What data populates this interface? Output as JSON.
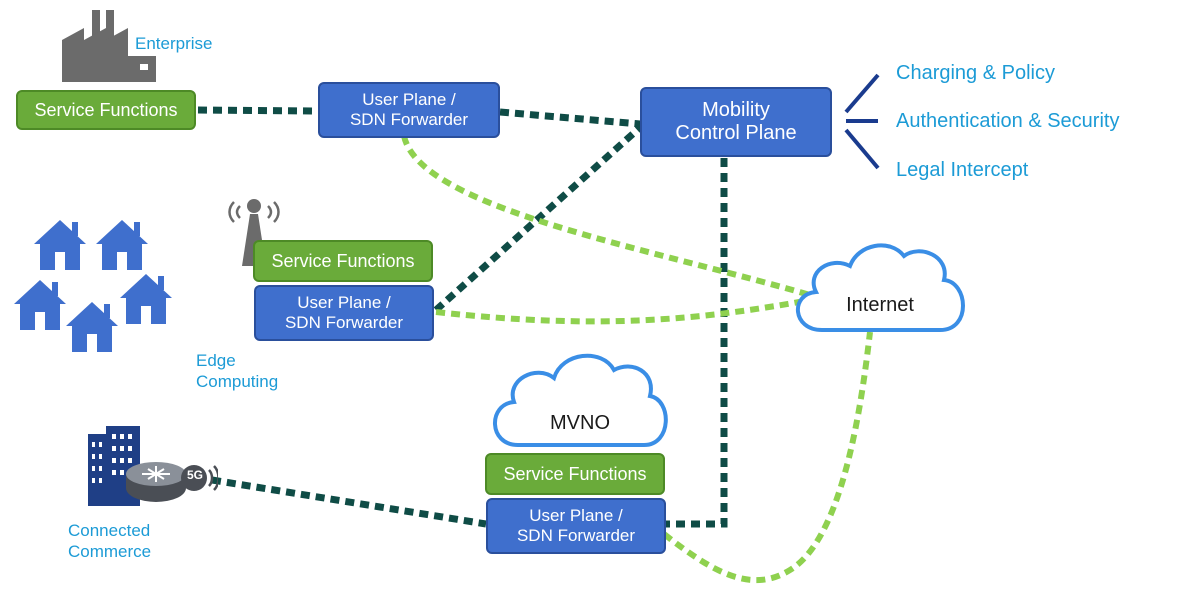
{
  "nodes": {
    "service_functions_label": "Service Functions",
    "user_plane_label": "User Plane /",
    "sdn_forwarder_label": "SDN Forwarder",
    "mobility_line1": "Mobility",
    "mobility_line2": "Control Plane"
  },
  "sites": {
    "enterprise": "Enterprise",
    "edge_line1": "Edge",
    "edge_line2": "Computing",
    "commerce_line1": "Connected",
    "commerce_line2": "Commerce"
  },
  "control_functions": [
    "Charging & Policy",
    "Authentication & Security",
    "Legal Intercept"
  ],
  "clouds": {
    "internet": "Internet",
    "mvno": "MVNO"
  },
  "router_badge": "5G",
  "colors": {
    "service_green": "#6aab3a",
    "plane_blue": "#3f6fcd",
    "control_link": "#0f4c46",
    "user_link": "#8fd14f",
    "label_blue": "#1c9bd6",
    "cloud_outline": "#3a8ee6",
    "house_blue": "#3f6fcd",
    "icon_gray": "#6b6b6b",
    "building_navy": "#1f3f86"
  }
}
